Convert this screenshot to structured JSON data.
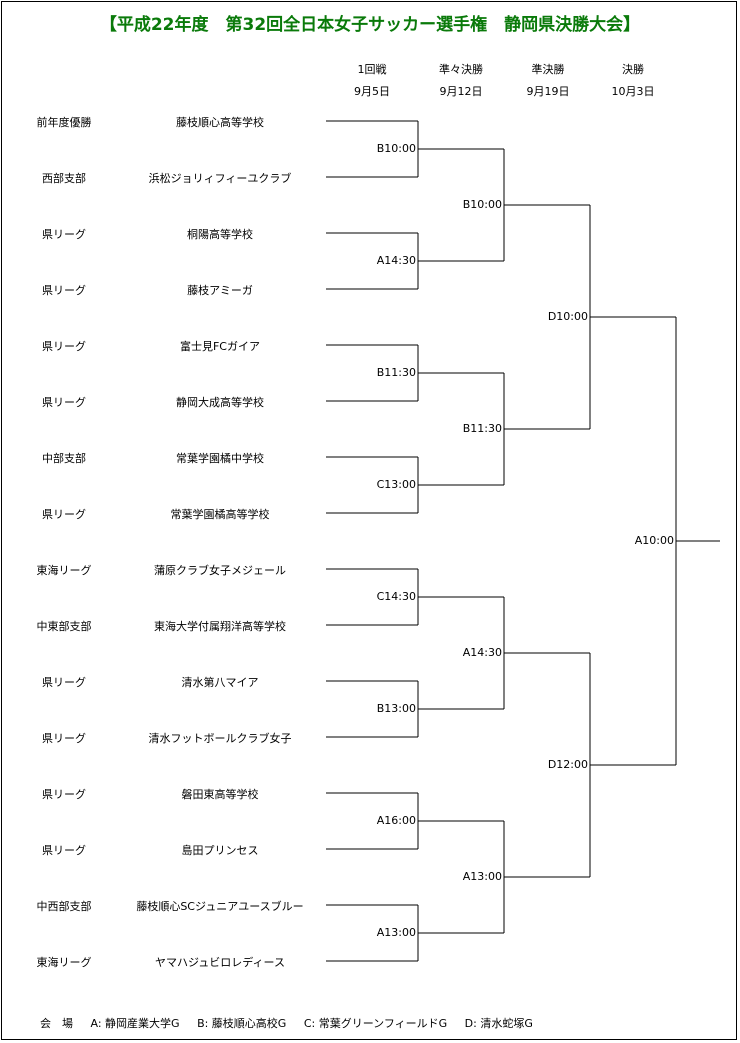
{
  "title": "【平成22年度　第32回全日本女子サッカー選手権　静岡県決勝大会】",
  "rounds": [
    {
      "name": "1回戦",
      "date": "9月5日"
    },
    {
      "name": "準々決勝",
      "date": "9月12日"
    },
    {
      "name": "準決勝",
      "date": "9月19日"
    },
    {
      "name": "決勝",
      "date": "10月3日"
    }
  ],
  "teams": [
    {
      "category": "前年度優勝",
      "name": "藤枝順心高等学校"
    },
    {
      "category": "西部支部",
      "name": "浜松ジョリィフィーユクラブ"
    },
    {
      "category": "県リーグ",
      "name": "桐陽高等学校"
    },
    {
      "category": "県リーグ",
      "name": "藤枝アミーガ"
    },
    {
      "category": "県リーグ",
      "name": "富士見FCガイア"
    },
    {
      "category": "県リーグ",
      "name": "静岡大成高等学校"
    },
    {
      "category": "中部支部",
      "name": "常葉学園橘中学校"
    },
    {
      "category": "県リーグ",
      "name": "常葉学園橘高等学校"
    },
    {
      "category": "東海リーグ",
      "name": "蒲原クラブ女子メジェール"
    },
    {
      "category": "中東部支部",
      "name": "東海大学付属翔洋高等学校"
    },
    {
      "category": "県リーグ",
      "name": "清水第八マイア"
    },
    {
      "category": "県リーグ",
      "name": "清水フットボールクラブ女子"
    },
    {
      "category": "県リーグ",
      "name": "磐田東高等学校"
    },
    {
      "category": "県リーグ",
      "name": "島田プリンセス"
    },
    {
      "category": "中西部支部",
      "name": "藤枝順心SCジュニアユースブルー"
    },
    {
      "category": "東海リーグ",
      "name": "ヤマハジュビロレディース"
    }
  ],
  "matches": {
    "round1": [
      "B10:00",
      "A14:30",
      "B11:30",
      "C13:00",
      "C14:30",
      "B13:00",
      "A16:00",
      "A13:00"
    ],
    "quarterfinal": [
      "B10:00",
      "B11:30",
      "A14:30",
      "A13:00"
    ],
    "semifinal": [
      "D10:00",
      "D12:00"
    ],
    "final": [
      "A10:00"
    ]
  },
  "venues": {
    "label": "会　場",
    "list": [
      "A: 静岡産業大学G",
      "B: 藤枝順心高校G",
      "C: 常葉グリーンフィールドG",
      "D: 清水蛇塚G"
    ]
  }
}
